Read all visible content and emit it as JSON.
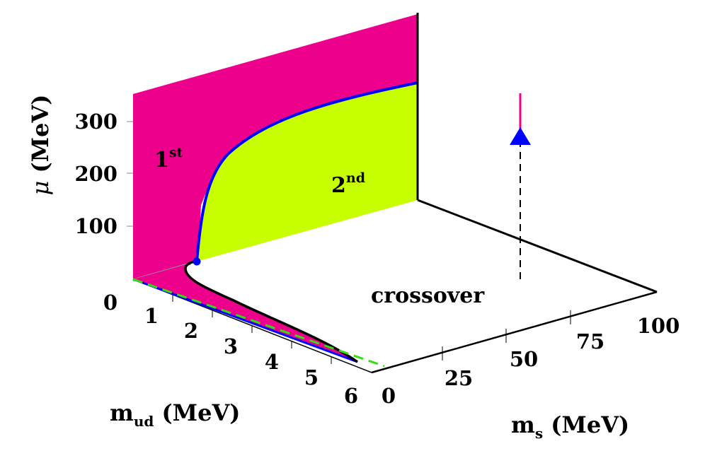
{
  "axes": {
    "mu": {
      "symbol": "μ",
      "unit": "(MeV)",
      "ticks": [
        "100",
        "200",
        "300"
      ],
      "zero": "0"
    },
    "mud": {
      "main": "m",
      "sub": "ud",
      "unit": "(MeV)",
      "ticks": [
        "1",
        "2",
        "3",
        "4",
        "5",
        "6"
      ]
    },
    "ms": {
      "main": "m",
      "sub": "s",
      "unit": "(MeV)",
      "ticks": [
        "0",
        "25",
        "50",
        "75",
        "100"
      ]
    }
  },
  "regions": {
    "first": {
      "base": "1",
      "sup": "st"
    },
    "second": {
      "base": "2",
      "sup": "nd"
    },
    "crossover": "crossover"
  },
  "colors": {
    "first_order": "#ec008c",
    "second_order": "#c8ff00",
    "critical_line": "#0000ff",
    "dashed_reference": "#33dd11",
    "axis": "#000000"
  }
}
